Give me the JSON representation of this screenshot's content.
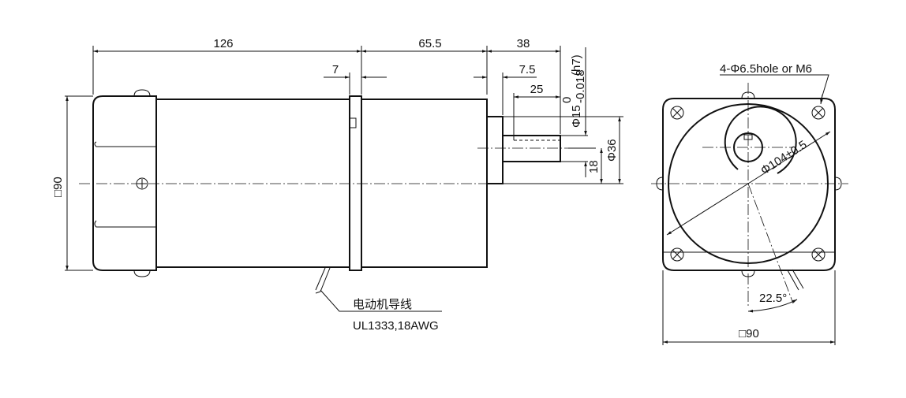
{
  "side_view": {
    "dim_total_length": "126",
    "dim_gearhead_length": "65.5",
    "dim_shaft_length": "38",
    "dim_flange": "7",
    "dim_pilot": "7.5",
    "dim_key": "25",
    "dim_shaft_dia_main": "Φ15",
    "dim_shaft_tol_upper": "0",
    "dim_shaft_tol_lower": "-0.018",
    "dim_shaft_fit": "(h7)",
    "dim_pilot_dia": "Φ36",
    "dim_offset": "18",
    "dim_square": "□90",
    "lead_wire_label": "电动机导线",
    "lead_wire_spec": "UL1333,18AWG"
  },
  "front_view": {
    "hole_label": "4-Φ6.5hole or M6",
    "pcd_label": "Φ104±0.5",
    "angle_label": "22.5°",
    "dim_square": "□90"
  }
}
